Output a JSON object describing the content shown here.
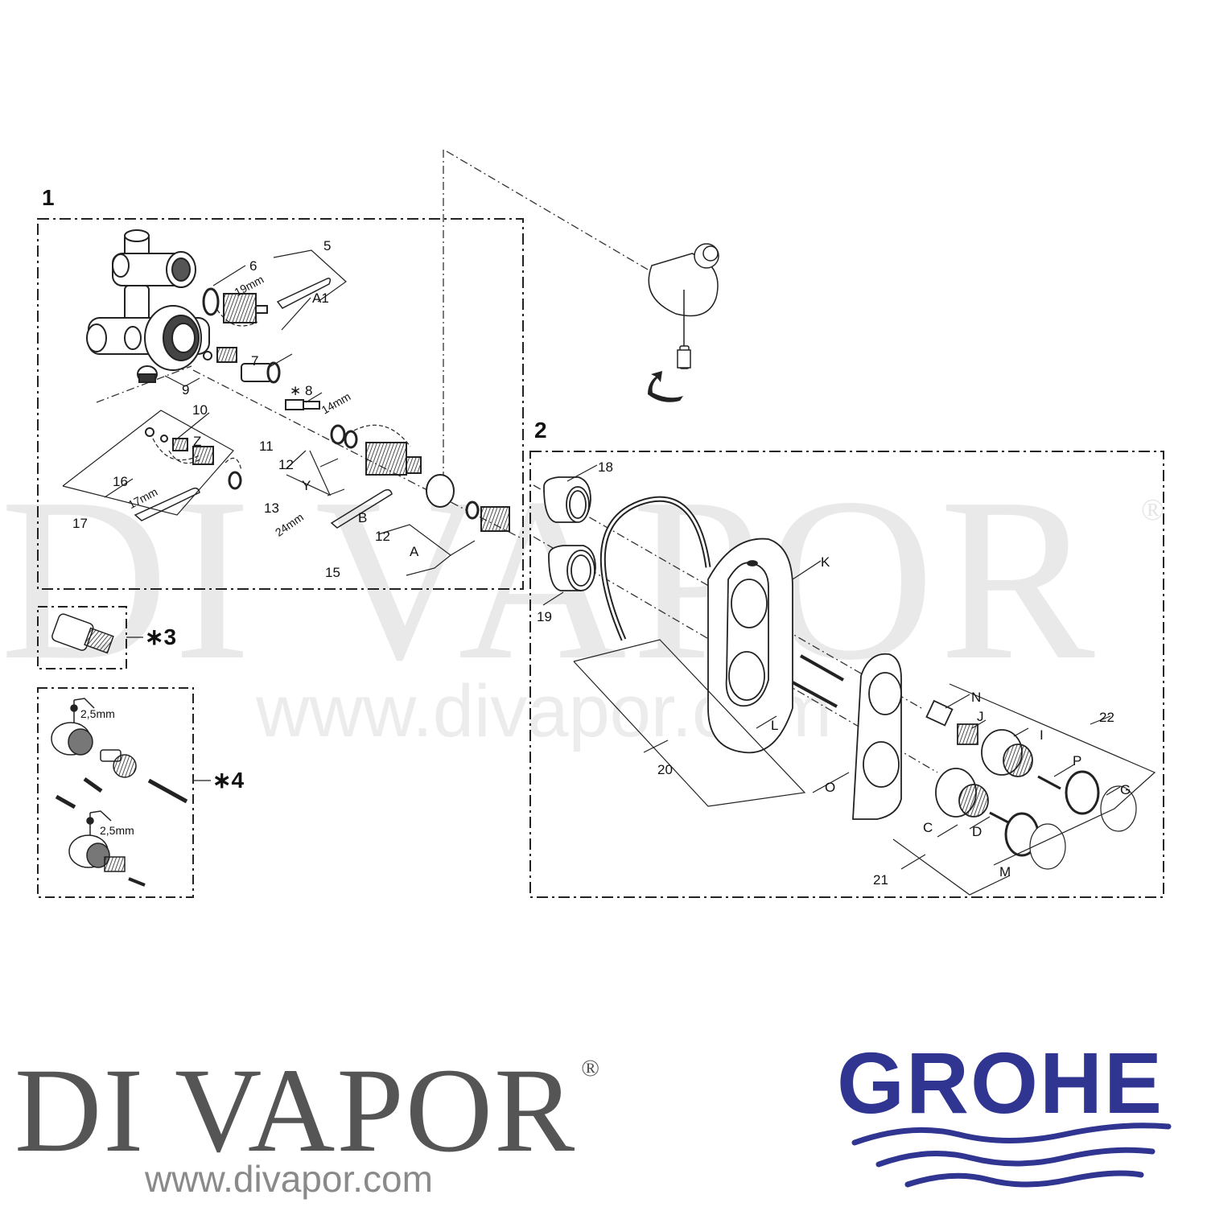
{
  "watermark": {
    "text": "DI VAPOR",
    "registered": "®",
    "url": "www.divapor.com"
  },
  "diagram": {
    "groups": [
      {
        "id": "1",
        "label": "1"
      },
      {
        "id": "2",
        "label": "2"
      },
      {
        "id": "3",
        "label": "∗3"
      },
      {
        "id": "4",
        "label": "∗4"
      }
    ],
    "group1_labels": {
      "p5": "5",
      "p6": "6",
      "a1": "A1",
      "dim19": "19mm",
      "p7": "7",
      "p8": "∗ 8",
      "dim14": "14mm",
      "p9": "9",
      "p10": "10",
      "z": "Z",
      "p16": "16",
      "dim17": "17mm",
      "p17": "17",
      "p11": "11",
      "p12a": "12",
      "y": "Y",
      "p13": "13",
      "dim24": "24mm",
      "b": "B",
      "p12b": "12",
      "a": "A",
      "p15": "15"
    },
    "group2_labels": {
      "p18": "18",
      "p19": "19",
      "k": "K",
      "p20": "20",
      "l": "L",
      "o": "O",
      "n": "N",
      "j": "J",
      "i": "I",
      "p22": "22",
      "p": "P",
      "g": "G",
      "c": "C",
      "d": "D",
      "p21": "21",
      "m": "M"
    },
    "group4_labels": {
      "dim_top": "2,5mm",
      "dim_bottom": "2,5mm"
    }
  },
  "footer": {
    "brand_name": "DI VAPOR",
    "brand_registered": "®",
    "brand_url": "www.divapor.com",
    "manufacturer_logo": "GROHE",
    "brand_color": "#555555",
    "manufacturer_color": "#2f3590"
  }
}
